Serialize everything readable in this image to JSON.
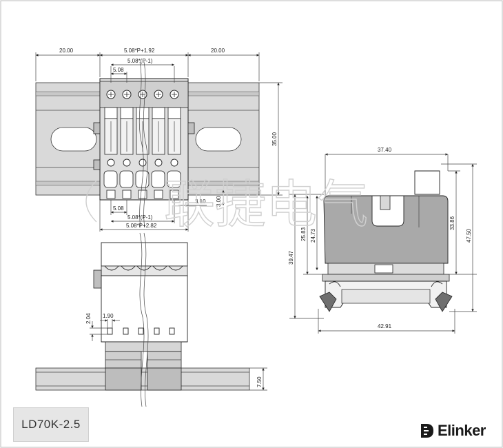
{
  "watermark": {
    "text": "联捷电气"
  },
  "top_view": {
    "dim_left": "20.00",
    "dim_right": "20.00",
    "dim_top_total": "5.08*P+1.92",
    "dim_top_span": "5.08*(P-1)",
    "dim_top_pitch": "5.08",
    "dim_height": "35.00",
    "dim_bottom_pitch": "5.08",
    "dim_bottom_span": "5.08*(P-1)",
    "dim_bottom_total": "5.08*P+2.82",
    "dim_small_w": "3.10",
    "dim_small_h": "3.00"
  },
  "bottom_view": {
    "dim_pin_h": "2.04",
    "dim_pin_w": "1.90",
    "dim_rail_h": "7.50"
  },
  "side_view": {
    "dim_width_top": "37.40",
    "dim_width_bottom": "42.91",
    "dim_h1": "39.47",
    "dim_h2": "25.83",
    "dim_h3": "24.73",
    "dim_h4": "33.86",
    "dim_h5": "47.50"
  },
  "model": {
    "label": "LD70K-2.5"
  },
  "brand": {
    "name": "Elinker",
    "logo_icon": "elinker-logo-icon"
  }
}
